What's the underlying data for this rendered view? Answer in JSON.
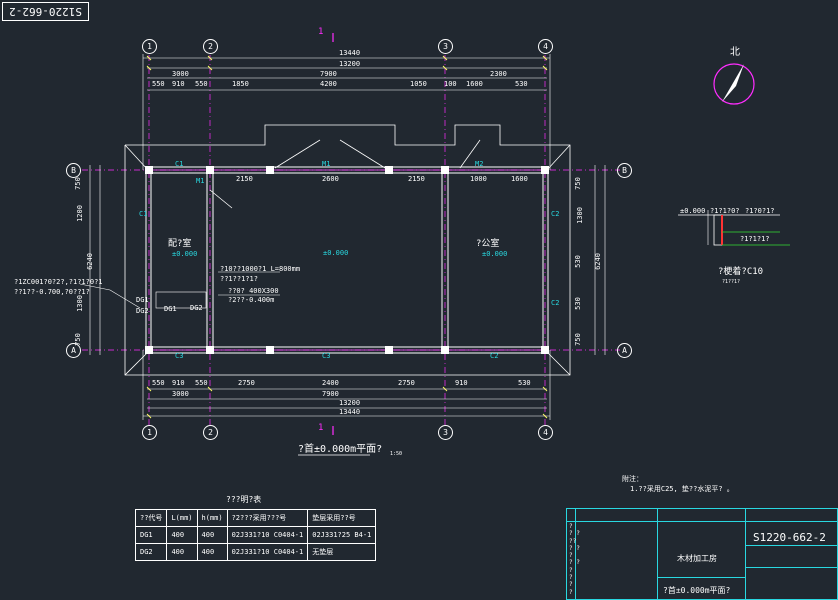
{
  "sheet_code_corner": "S1220-662-2",
  "grid_axes": {
    "vertical": [
      "1",
      "2",
      "3",
      "4"
    ],
    "horizontal": [
      "A",
      "B"
    ]
  },
  "section_marker": "1",
  "dims_top": {
    "overall_1": "13440",
    "overall_2": "13200",
    "segments_a": [
      "3000",
      "7900",
      "2300"
    ],
    "segments_b": [
      "550",
      "910",
      "550",
      "1850",
      "4200",
      "1050",
      "100",
      "1600",
      "530"
    ]
  },
  "dims_bottom": {
    "segments_a": [
      "550",
      "910",
      "550",
      "2750",
      "2400",
      "2750",
      "910",
      "530"
    ],
    "segments_b": [
      "3000",
      "7900"
    ],
    "overall_1": "13200",
    "overall_2": "13440"
  },
  "dims_interior": [
    "2150",
    "2600",
    "2150",
    "1000",
    "1600"
  ],
  "dims_left": [
    "750",
    "1200",
    "6240",
    "1300",
    "750"
  ],
  "dims_right": [
    "750",
    "1300",
    "6240",
    "530",
    "530",
    "750"
  ],
  "rooms": [
    {
      "name": "配?室",
      "level": "±0.000"
    },
    {
      "name": "?公室",
      "level": "±0.000"
    }
  ],
  "center_level": "±0.000",
  "labels_window": [
    "C1",
    "C3",
    "C3",
    "C2",
    "C2",
    "C1",
    "C2"
  ],
  "labels_door": [
    "M1",
    "M2",
    "M1"
  ],
  "labels_misc": [
    "DG1",
    "DG2",
    "DG1",
    "DG2"
  ],
  "callouts": [
    "?1ZC001?0?2?,?1?1?0?1",
    "??1??-0.700,?0??1?",
    "?10??1000?1  L=800mm",
    "??1??1?1?",
    "??0?  400X300",
    "?2??-0.400m"
  ],
  "plan_title": "?首±0.000m平面?",
  "plan_scale": "1:50",
  "north_label": "北",
  "detail": {
    "level": "±0.000",
    "note1": "?1?1?0?",
    "note2": "?1?0?1?",
    "note3": "?1?1?1?",
    "title": "?梗着?C10",
    "scale": "?1??1?"
  },
  "notes": {
    "heading": "附注：",
    "line1": "1.??采用C25, 垫??水泥平? 。"
  },
  "legend": {
    "title": "???明?表",
    "headers": [
      "??代号",
      "L(mm)",
      "h(mm)",
      "?2???采用???号",
      "垫层采用??号"
    ],
    "rows": [
      [
        "DG1",
        "400",
        "400",
        "02J331?10  C0404-1",
        "02J331?25  B4-1"
      ],
      [
        "DG2",
        "400",
        "400",
        "02J331?10  C0404-1",
        "无垫层"
      ]
    ]
  },
  "title_block": {
    "drawing_no": "S1220-662-2",
    "project": "木材加工房",
    "sheet_title": "?首±0.000m平面?",
    "row_labels": [
      "?",
      "? ?",
      "??",
      "? ?",
      "?",
      "? ?",
      "?",
      "?",
      "?",
      "?"
    ]
  },
  "colors": {
    "background": "#212830",
    "wall": "#ffffff",
    "axis": "#ff2dff",
    "label": "#29d8e0",
    "dim_tick": "#ffff66",
    "grid_line": "#ff55ff",
    "north_circle": "#ff2dff",
    "detail_green": "#33dd33",
    "detail_red": "#ff3333"
  }
}
